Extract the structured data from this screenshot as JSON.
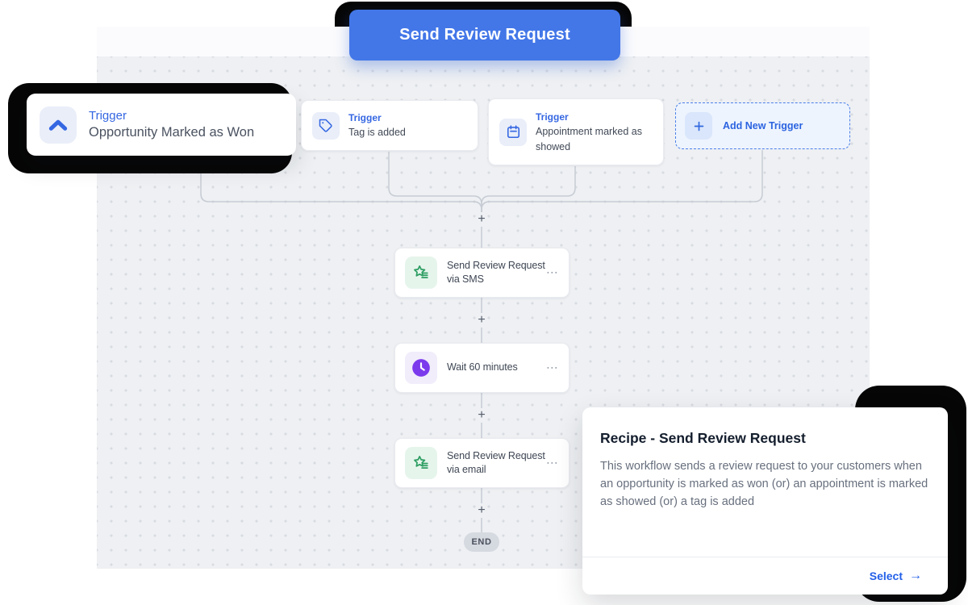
{
  "header": {
    "button_label": "Send Review Request"
  },
  "triggers": [
    {
      "label": "Trigger",
      "title": "Opportunity Marked as Won",
      "icon": "chevron-up-icon"
    },
    {
      "label": "Trigger",
      "title": "Tag is added",
      "icon": "tag-icon"
    },
    {
      "label": "Trigger",
      "title": "Appointment marked as showed",
      "icon": "calendar-icon"
    }
  ],
  "add_trigger": {
    "label": "Add New Trigger",
    "icon": "plus-icon"
  },
  "actions": [
    {
      "title": "Send Review Request via SMS",
      "icon": "review-star-icon",
      "menu": "⋯"
    },
    {
      "title": "Wait 60 minutes",
      "icon": "clock-icon",
      "menu": "⋯"
    },
    {
      "title": "Send Review Request via email",
      "icon": "review-star-icon",
      "menu": "⋯"
    }
  ],
  "connectors": {
    "plus": "+"
  },
  "end": {
    "label": "END"
  },
  "recipe": {
    "title": "Recipe - Send Review Request",
    "description": "This workflow sends a review request to your customers when an opportunity is marked as won (or) an appointment is marked as showed (or) a tag is added",
    "select_label": "Select",
    "arrow": "→"
  },
  "colors": {
    "accent_blue": "#4377e8",
    "trigger_blue": "#3567e2",
    "review_green": "#2e9e63",
    "wait_purple": "#7c3aed",
    "select_blue": "#2360e8",
    "connector_line": "#c7ccd4",
    "canvas_bg": "#eef0f3",
    "black_accent": "#060606"
  }
}
